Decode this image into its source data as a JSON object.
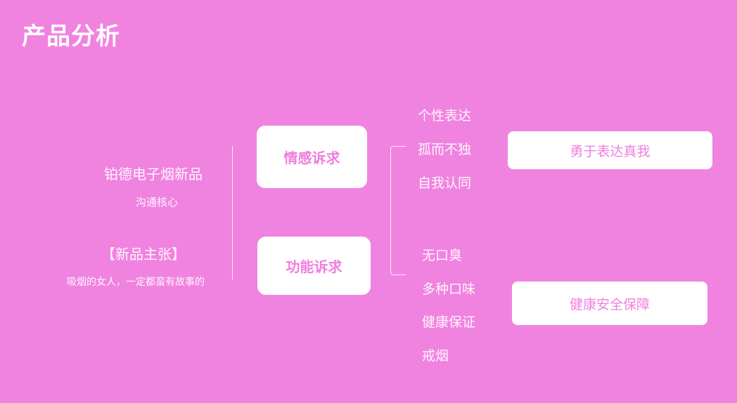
{
  "page": {
    "title": "产品分析",
    "background_color": "#f083e0",
    "accent_color": "#ef7fde"
  },
  "left": {
    "brand": "铂德电子烟新品",
    "core_label": "沟通核心",
    "claim_label": "【新品主张】",
    "claim_text": "吸烟的女人，一定都蛮有故事的"
  },
  "appeals": {
    "emotion": "情感诉求",
    "function": "功能诉求"
  },
  "emotion_points": [
    "个性表达",
    "孤而不独",
    "自我认同"
  ],
  "function_points": [
    "无口臭",
    "多种口味",
    "健康保证",
    "戒烟"
  ],
  "results": {
    "emotion": "勇于表达真我",
    "function": "健康安全保障"
  }
}
